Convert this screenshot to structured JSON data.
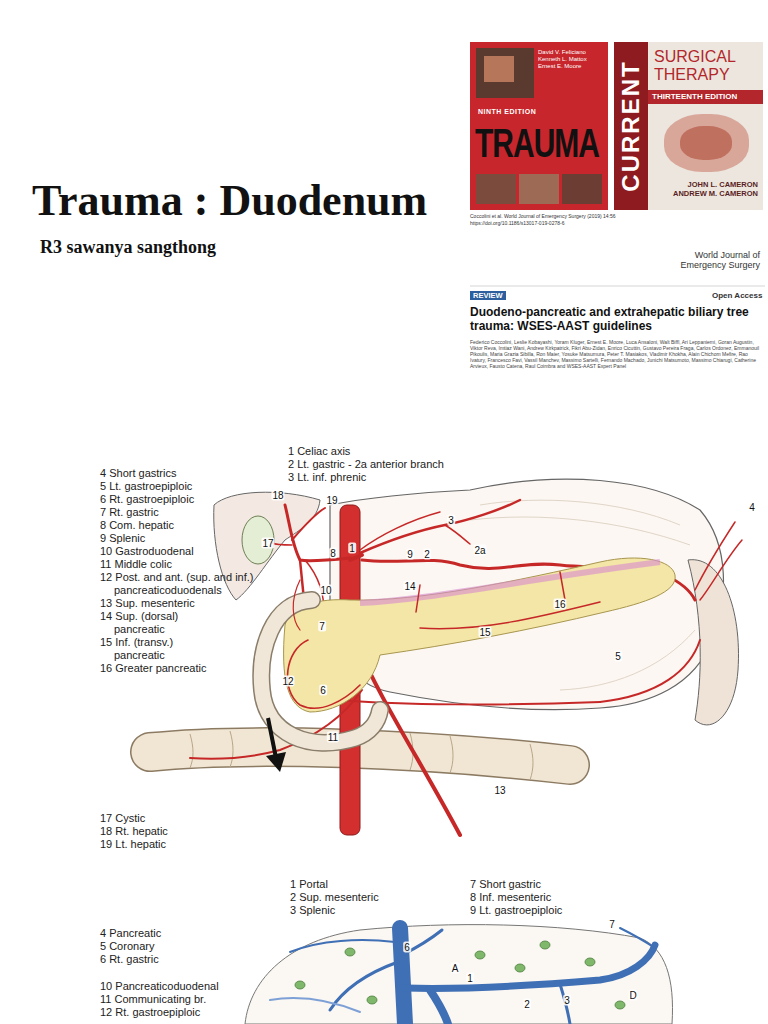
{
  "diagram": {
    "title": "Trauma : Duodenum",
    "nodes": [
      {
        "text": [
          "David V. Feliciano Kenneth L. Mattox Ernest E. Moore",
          "NINTH EDITION",
          "TRAUMA"
        ]
      },
      {
        "text": [
          "CURRENT",
          "SURGICAL THERAPY",
          "THIRTEENTH EDITION",
          "JOHN L. CAMERON ANDREW M. CAMERON"
        ]
      }
    ],
    "labels": [
      "R3 sawanya sangthong",
      "Coccolini et al. World Journal of Emergency Surgery (2019) 14:56",
      "https://doi.org/10.1186/s13017-019-0278-6",
      "World Journal of Emergency Surgery",
      "REVIEW",
      "Open Access",
      "Duodeno-pancreatic and extrahepatic biliary tree trauma: WSES-AAST guidelines",
      "Federico Coccolini, Leslie Kobayashi, Yoram Kluger, Ernest E. Moore, Luca Ansaloni, Walt Biffl, Ari Leppaniemi, Goran Augustin, Viktor Reva, Imtiaz Wani, Andrew Kirkpatrick, Fikri Abu-Zidan, Enrico Cicuttin, Gustavo Pereira Fraga, Carlos Ordonez, Emmanouil Pikoulis, Maria Grazia Sibilla, Ron Maier, Yosuke Matsumura, Peter T. Masiakos, Vladimir Khokha, Alain Chichom Mefire, Rao Ivatury, Francesco Favi, Vassil Manchev, Massimo Sartelli, Fernando Machado, Junichi Matsumoto, Massimo Chiarugi, Catherine Arvieux, Fausto Catena, Raul Coimbra and WSES-AAST Expert Panel",
      "1 Celiac axis",
      "2 Lt. gastric - 2a anterior branch",
      "3 Lt. inf. phrenic",
      "4 Short gastrics",
      "5 Lt. gastroepiploic",
      "6 Rt. gastroepiploic",
      "7 Rt. gastric",
      "8 Com. hepatic",
      "9 Splenic",
      "10 Gastroduodenal",
      "11 Middle colic",
      "12 Post. and ant. (sup. and inf.) pancreaticoduodenals",
      "13 Sup. mesenteric",
      "14 Sup. (dorsal) pancreatic",
      "15 Inf. (transv.) pancreatic",
      "16 Greater pancreatic",
      "17 Cystic",
      "18 Rt. hepatic",
      "19 Lt. hepatic",
      "18",
      "19",
      "17",
      "8",
      "1",
      "9",
      "2",
      "3",
      "2a",
      "4",
      "10",
      "14",
      "16",
      "7",
      "15",
      "5",
      "12",
      "6",
      "11",
      "13",
      "1 Portal",
      "2 Sup. mesenteric",
      "3 Splenic",
      "4 Pancreatic",
      "5 Coronary",
      "6 Rt. gastric",
      "7 Short gastric",
      "8 Inf. mesenteric",
      "9 Lt. gastroepiploic",
      "10 Pancreaticoduodenal",
      "11 Communicating br.",
      "12 Rt. gastroepiploic",
      "7",
      "6",
      "1",
      "2",
      "3",
      "A",
      "D"
    ]
  }
}
